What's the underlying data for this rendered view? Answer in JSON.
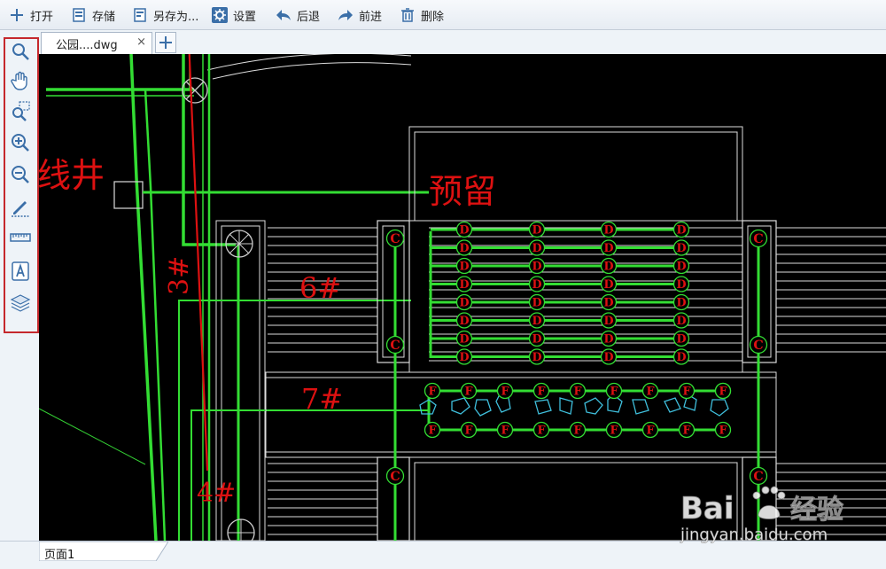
{
  "toolbar": {
    "open_label": "打开",
    "save_label": "存储",
    "save_as_label": "另存为...",
    "settings_label": "设置",
    "back_label": "后退",
    "forward_label": "前进",
    "delete_label": "删除"
  },
  "tabs": {
    "doc_tab_label": "公园....dwg",
    "close_glyph": "×"
  },
  "drawing": {
    "label_line_well": "线井",
    "label_reserved": "预留",
    "label_3": "3#",
    "label_4": "4#",
    "label_6": "6#",
    "label_7": "7#",
    "marker_c": "C",
    "marker_d": "D",
    "marker_f": "F"
  },
  "bottom": {
    "page_tab_label": "页面1"
  },
  "watermark": {
    "brand": "Bai",
    "brand2": "经验",
    "url": "jingyan.baidu.com"
  },
  "colors": {
    "accent_blue": "#3b6fa8",
    "highlight_red": "#c5282d",
    "cad_green": "#33dd33",
    "cad_red": "#dd1111"
  }
}
